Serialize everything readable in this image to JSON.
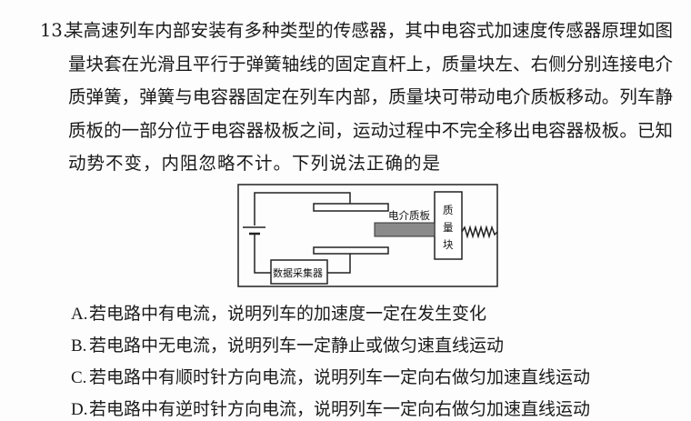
{
  "question": {
    "number": "13.",
    "lines": [
      "某高速列车内部安装有多种类型的传感器，其中电容式加速度传感器原理如图所示，质",
      "量块套在光滑且平行于弹簧轴线的固定直杆上，质量块左、右侧分别连接电介质板和轻",
      "质弹簧，弹簧与电容器固定在列车内部，质量块可带动电介质板移动。列车静止时，电介",
      "质板的一部分位于电容器极板之间，运动过程中不完全移出电容器极板。已知电源的电",
      "动势不变，内阻忽略不计。下列说法正确的是"
    ]
  },
  "diagram": {
    "dielectric_label": "电介质板",
    "mass_label": [
      "质",
      "量",
      "块"
    ],
    "collector_label": "数据采集器"
  },
  "options": [
    {
      "label": "A.",
      "text": "若电路中有电流，说明列车的加速度一定在发生变化"
    },
    {
      "label": "B.",
      "text": "若电路中无电流，说明列车一定静止或做匀速直线运动"
    },
    {
      "label": "C.",
      "text": "若电路中有顺时针方向电流，说明列车一定向右做匀加速直线运动"
    },
    {
      "label": "D.",
      "text": "若电路中有逆时针方向电流，说明列车一定向右做匀加速直线运动"
    }
  ]
}
